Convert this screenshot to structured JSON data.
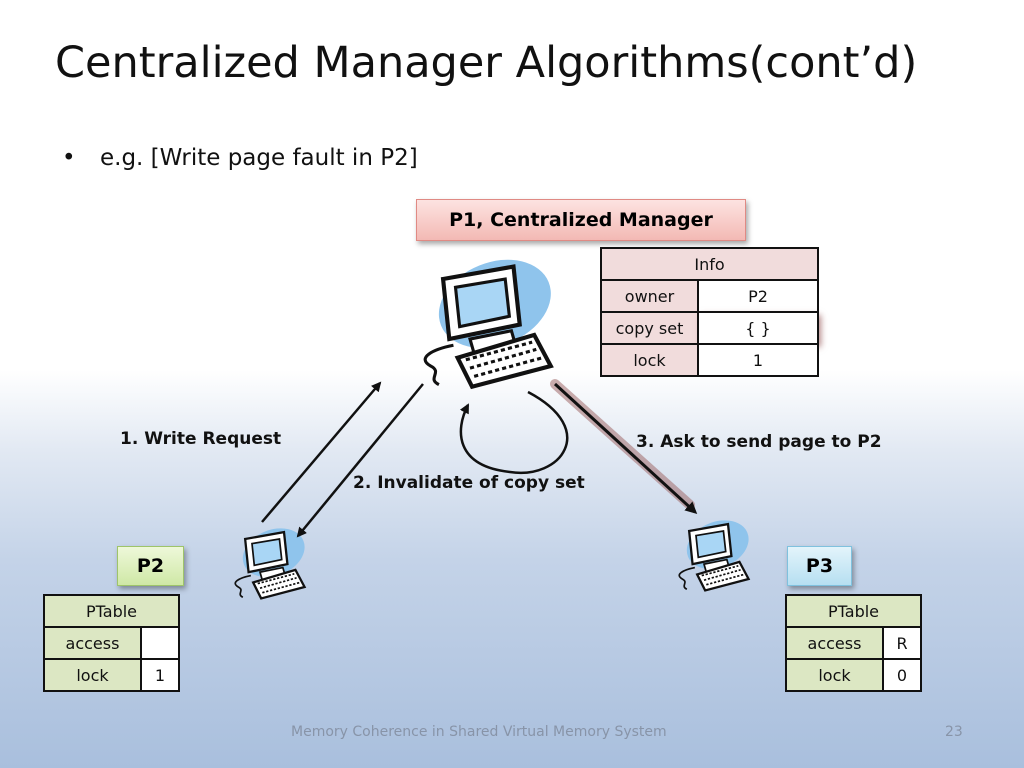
{
  "slide": {
    "title": "Centralized Manager Algorithms(cont’d)",
    "bullet_marker": "•",
    "bullet": "e.g. [Write page fault in P2]",
    "footer": "Memory Coherence in Shared Virtual Memory System",
    "page_number": "23"
  },
  "manager": {
    "label": "P1, Centralized Manager",
    "info": {
      "header": "Info",
      "rows": [
        {
          "key": "owner",
          "value": "P2"
        },
        {
          "key": "copy set",
          "value": "{ }"
        },
        {
          "key": "lock",
          "value": "1"
        }
      ]
    }
  },
  "p2": {
    "label": "P2",
    "ptable": {
      "header": "PTable",
      "rows": [
        {
          "key": "access",
          "value": ""
        },
        {
          "key": "lock",
          "value": "1"
        }
      ]
    }
  },
  "p3": {
    "label": "P3",
    "ptable": {
      "header": "PTable",
      "rows": [
        {
          "key": "access",
          "value": "R"
        },
        {
          "key": "lock",
          "value": "0"
        }
      ]
    }
  },
  "steps": {
    "step1": "1.  Write Request",
    "step2": "2. Invalidate of copy set",
    "step3": "3. Ask to send page to P2"
  },
  "icons": [
    "computer-icon"
  ]
}
